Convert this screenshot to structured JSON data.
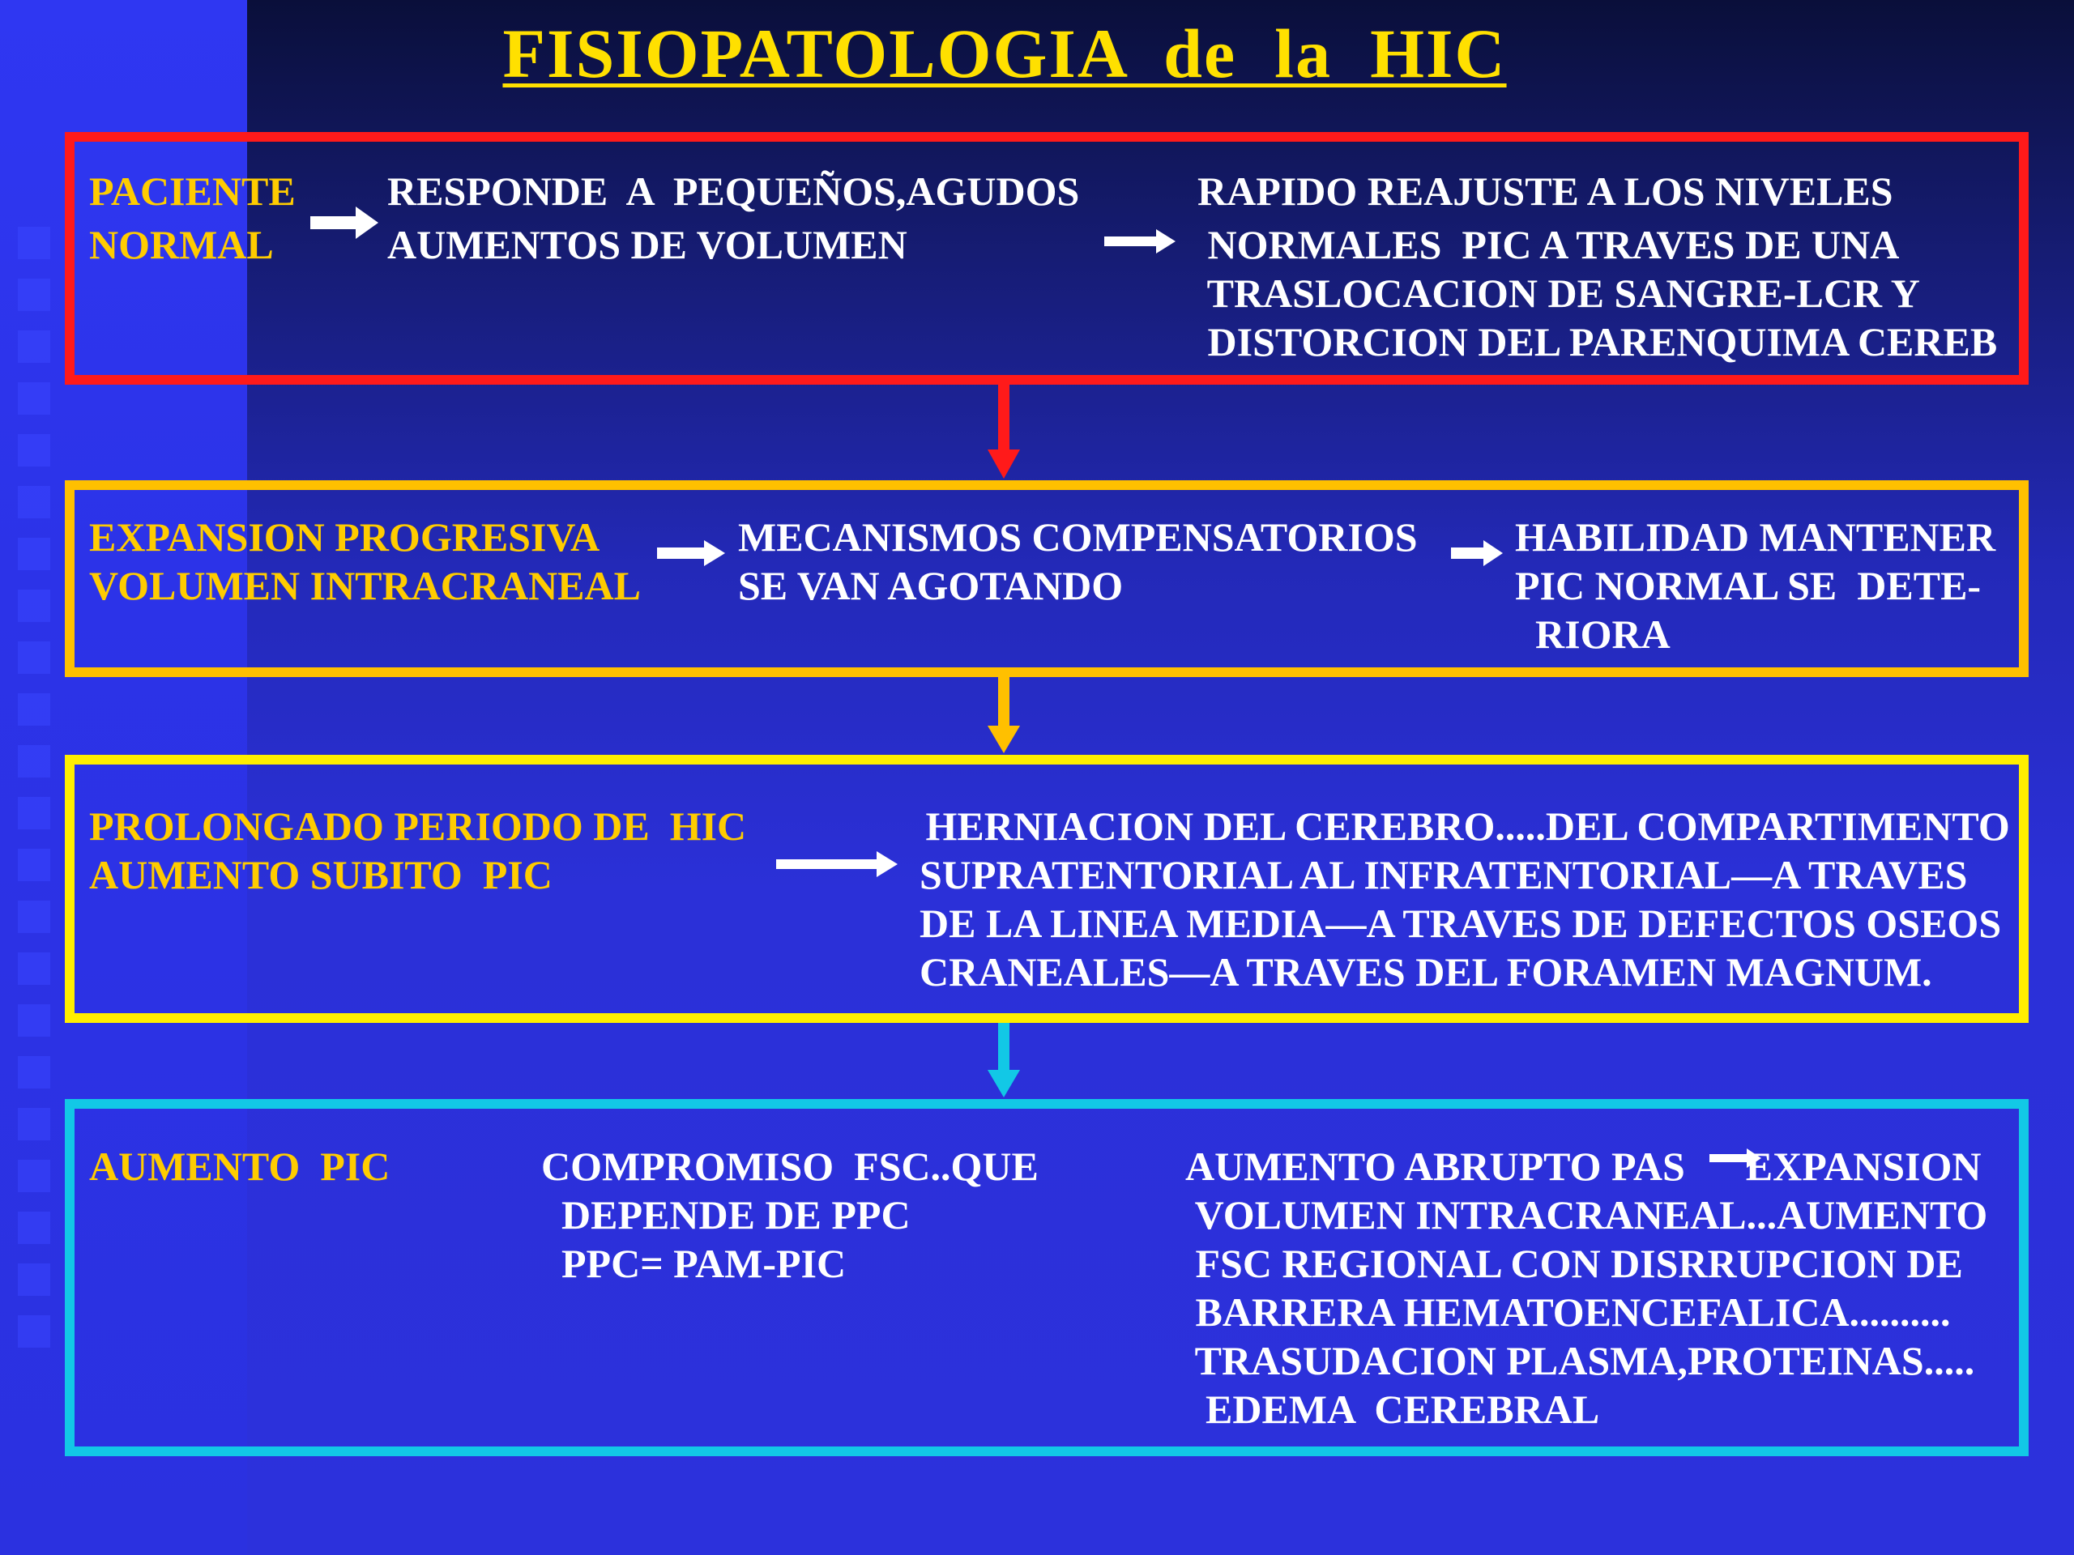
{
  "title": "FISIOPATOLOGIA  de  la  HIC",
  "colors": {
    "box1_border": "#ff1a1a",
    "box2_border": "#ffc000",
    "box3_border": "#ffee00",
    "box4_border": "#12c8e6",
    "title": "#ffe000",
    "label_text": "#ffcc00",
    "body_text": "#ffffff"
  },
  "boxes": [
    {
      "label": [
        "PACIENTE",
        "NORMAL"
      ],
      "mid": [
        "RESPONDE  A  PEQUEÑOS,AGUDOS",
        "AUMENTOS DE VOLUMEN"
      ],
      "right": [
        "RAPIDO REAJUSTE A LOS NIVELES",
        " NORMALES  PIC A TRAVES DE UNA",
        " TRASLOCACION DE SANGRE-LCR Y",
        " DISTORCION DEL PARENQUIMA CEREB"
      ]
    },
    {
      "label": [
        "EXPANSION PROGRESIVA",
        "VOLUMEN INTRACRANEAL"
      ],
      "mid": [
        "MECANISMOS COMPENSATORIOS",
        "SE VAN AGOTANDO"
      ],
      "right": [
        "HABILIDAD MANTENER",
        "PIC NORMAL SE  DETE-",
        "  RIORA"
      ]
    },
    {
      "label": [
        "PROLONGADO PERIODO DE  HIC",
        "AUMENTO SUBITO  PIC"
      ],
      "right": [
        " HERNIACION DEL CEREBRO.....DEL COMPARTIMENTO",
        "SUPRATENTORIAL AL INFRATENTORIAL—A TRAVES",
        "DE LA LINEA MEDIA—A TRAVES DE DEFECTOS OSEOS",
        "CRANEALES—A TRAVES DEL FORAMEN MAGNUM."
      ]
    },
    {
      "label": [
        "AUMENTO  PIC"
      ],
      "mid": [
        "COMPROMISO  FSC..QUE",
        "  DEPENDE DE PPC",
        "  PPC= PAM-PIC"
      ],
      "right": [
        "AUMENTO ABRUPTO PAS      EXPANSION",
        " VOLUMEN INTRACRANEAL...AUMENTO",
        " FSC REGIONAL CON DISRRUPCION DE",
        " BARRERA HEMATOENCEFALICA..........",
        " TRASUDACION PLASMA,PROTEINAS.....",
        "  EDEMA  CEREBRAL"
      ]
    }
  ]
}
